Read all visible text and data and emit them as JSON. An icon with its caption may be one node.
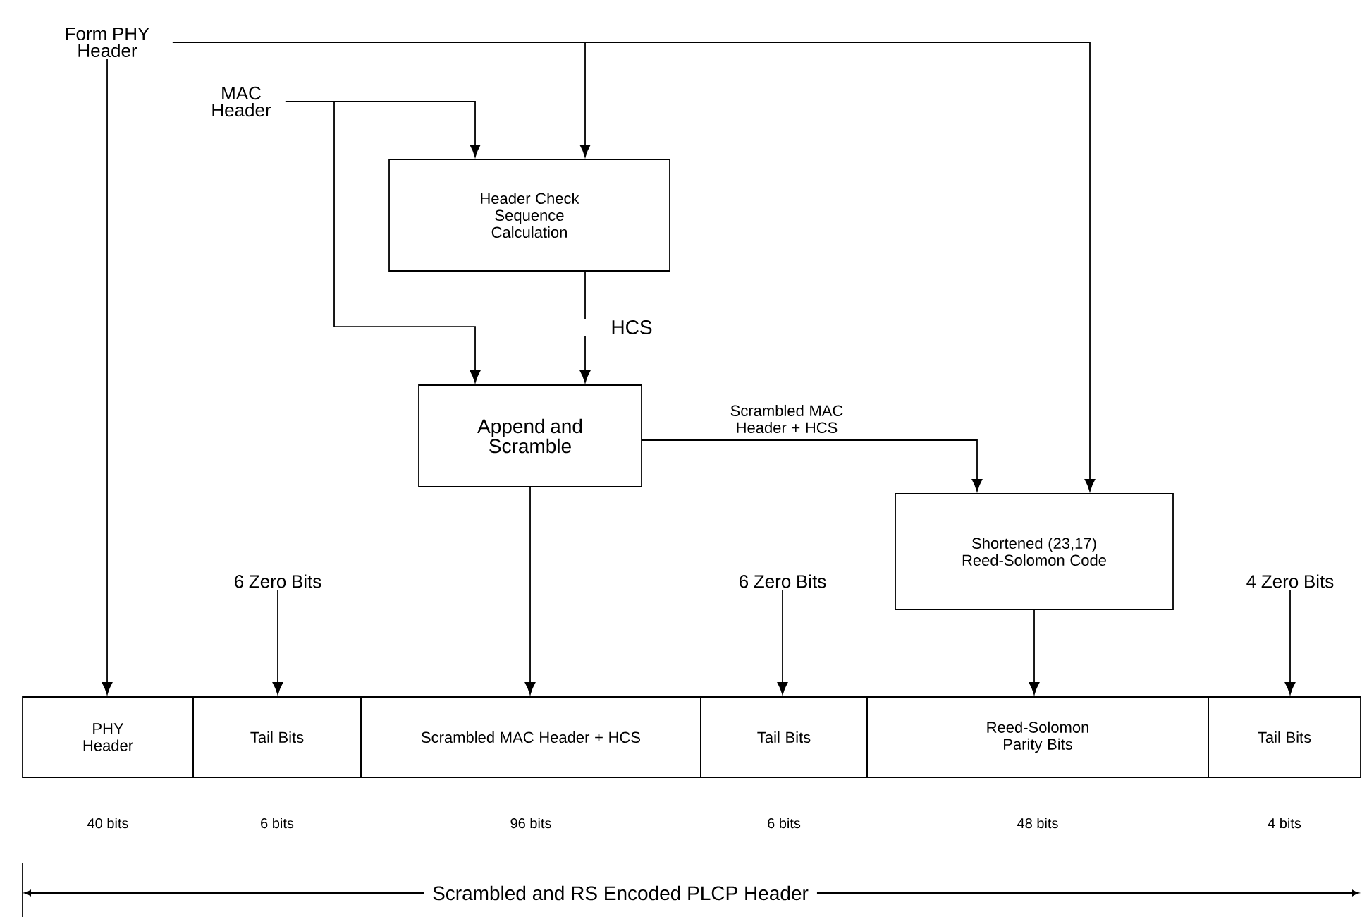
{
  "diagram": {
    "nodes": [
      {
        "text": [
          "Form PHY Header"
        ]
      },
      {
        "text": [
          "MAC Header"
        ]
      },
      {
        "text": [
          "Header Check Sequence Calculation"
        ]
      },
      {
        "text": [
          "Append and Scramble"
        ]
      },
      {
        "text": [
          "Shortened (23,17) Reed-Solomon Code"
        ]
      },
      {
        "text": [
          "6 Zero Bits"
        ]
      },
      {
        "text": [
          "6 Zero Bits"
        ]
      },
      {
        "text": [
          "4 Zero Bits"
        ]
      },
      {
        "text": [
          "PHY Header"
        ],
        "beside": [
          "40 bits"
        ]
      },
      {
        "text": [
          "Tail Bits"
        ],
        "beside": [
          "6 bits"
        ]
      },
      {
        "text": [
          "Scrambled MAC Header + HCS"
        ],
        "beside": [
          "96 bits"
        ]
      },
      {
        "text": [
          "Tail Bits"
        ],
        "beside": [
          "6 bits"
        ]
      },
      {
        "text": [
          "Reed-Solomon Parity Bits"
        ],
        "beside": [
          "48 bits"
        ]
      },
      {
        "text": [
          "Tail Bits"
        ],
        "beside": [
          "4 bits"
        ]
      }
    ],
    "edges": [
      {
        "from": 0,
        "to": 8,
        "arrow": "to"
      },
      {
        "from": 0,
        "to": 2,
        "arrow": "to"
      },
      {
        "from": 0,
        "to": 4,
        "arrow": "to"
      },
      {
        "from": 1,
        "to": 2,
        "arrow": "to"
      },
      {
        "from": 1,
        "to": 3,
        "arrow": "to"
      },
      {
        "from": 2,
        "to": 3,
        "arrow": "to",
        "label": "HCS"
      },
      {
        "from": 3,
        "to": 4,
        "arrow": "to",
        "label": "Scrambled MAC Header + HCS"
      },
      {
        "from": 3,
        "to": 10,
        "arrow": "to"
      },
      {
        "from": 4,
        "to": 12,
        "arrow": "to"
      },
      {
        "from": 5,
        "to": 9,
        "arrow": "to"
      },
      {
        "from": 6,
        "to": 11,
        "arrow": "to"
      },
      {
        "from": 7,
        "to": 13,
        "arrow": "to"
      }
    ],
    "labels": [
      "Scrambled and RS Encoded PLCP Header"
    ]
  }
}
